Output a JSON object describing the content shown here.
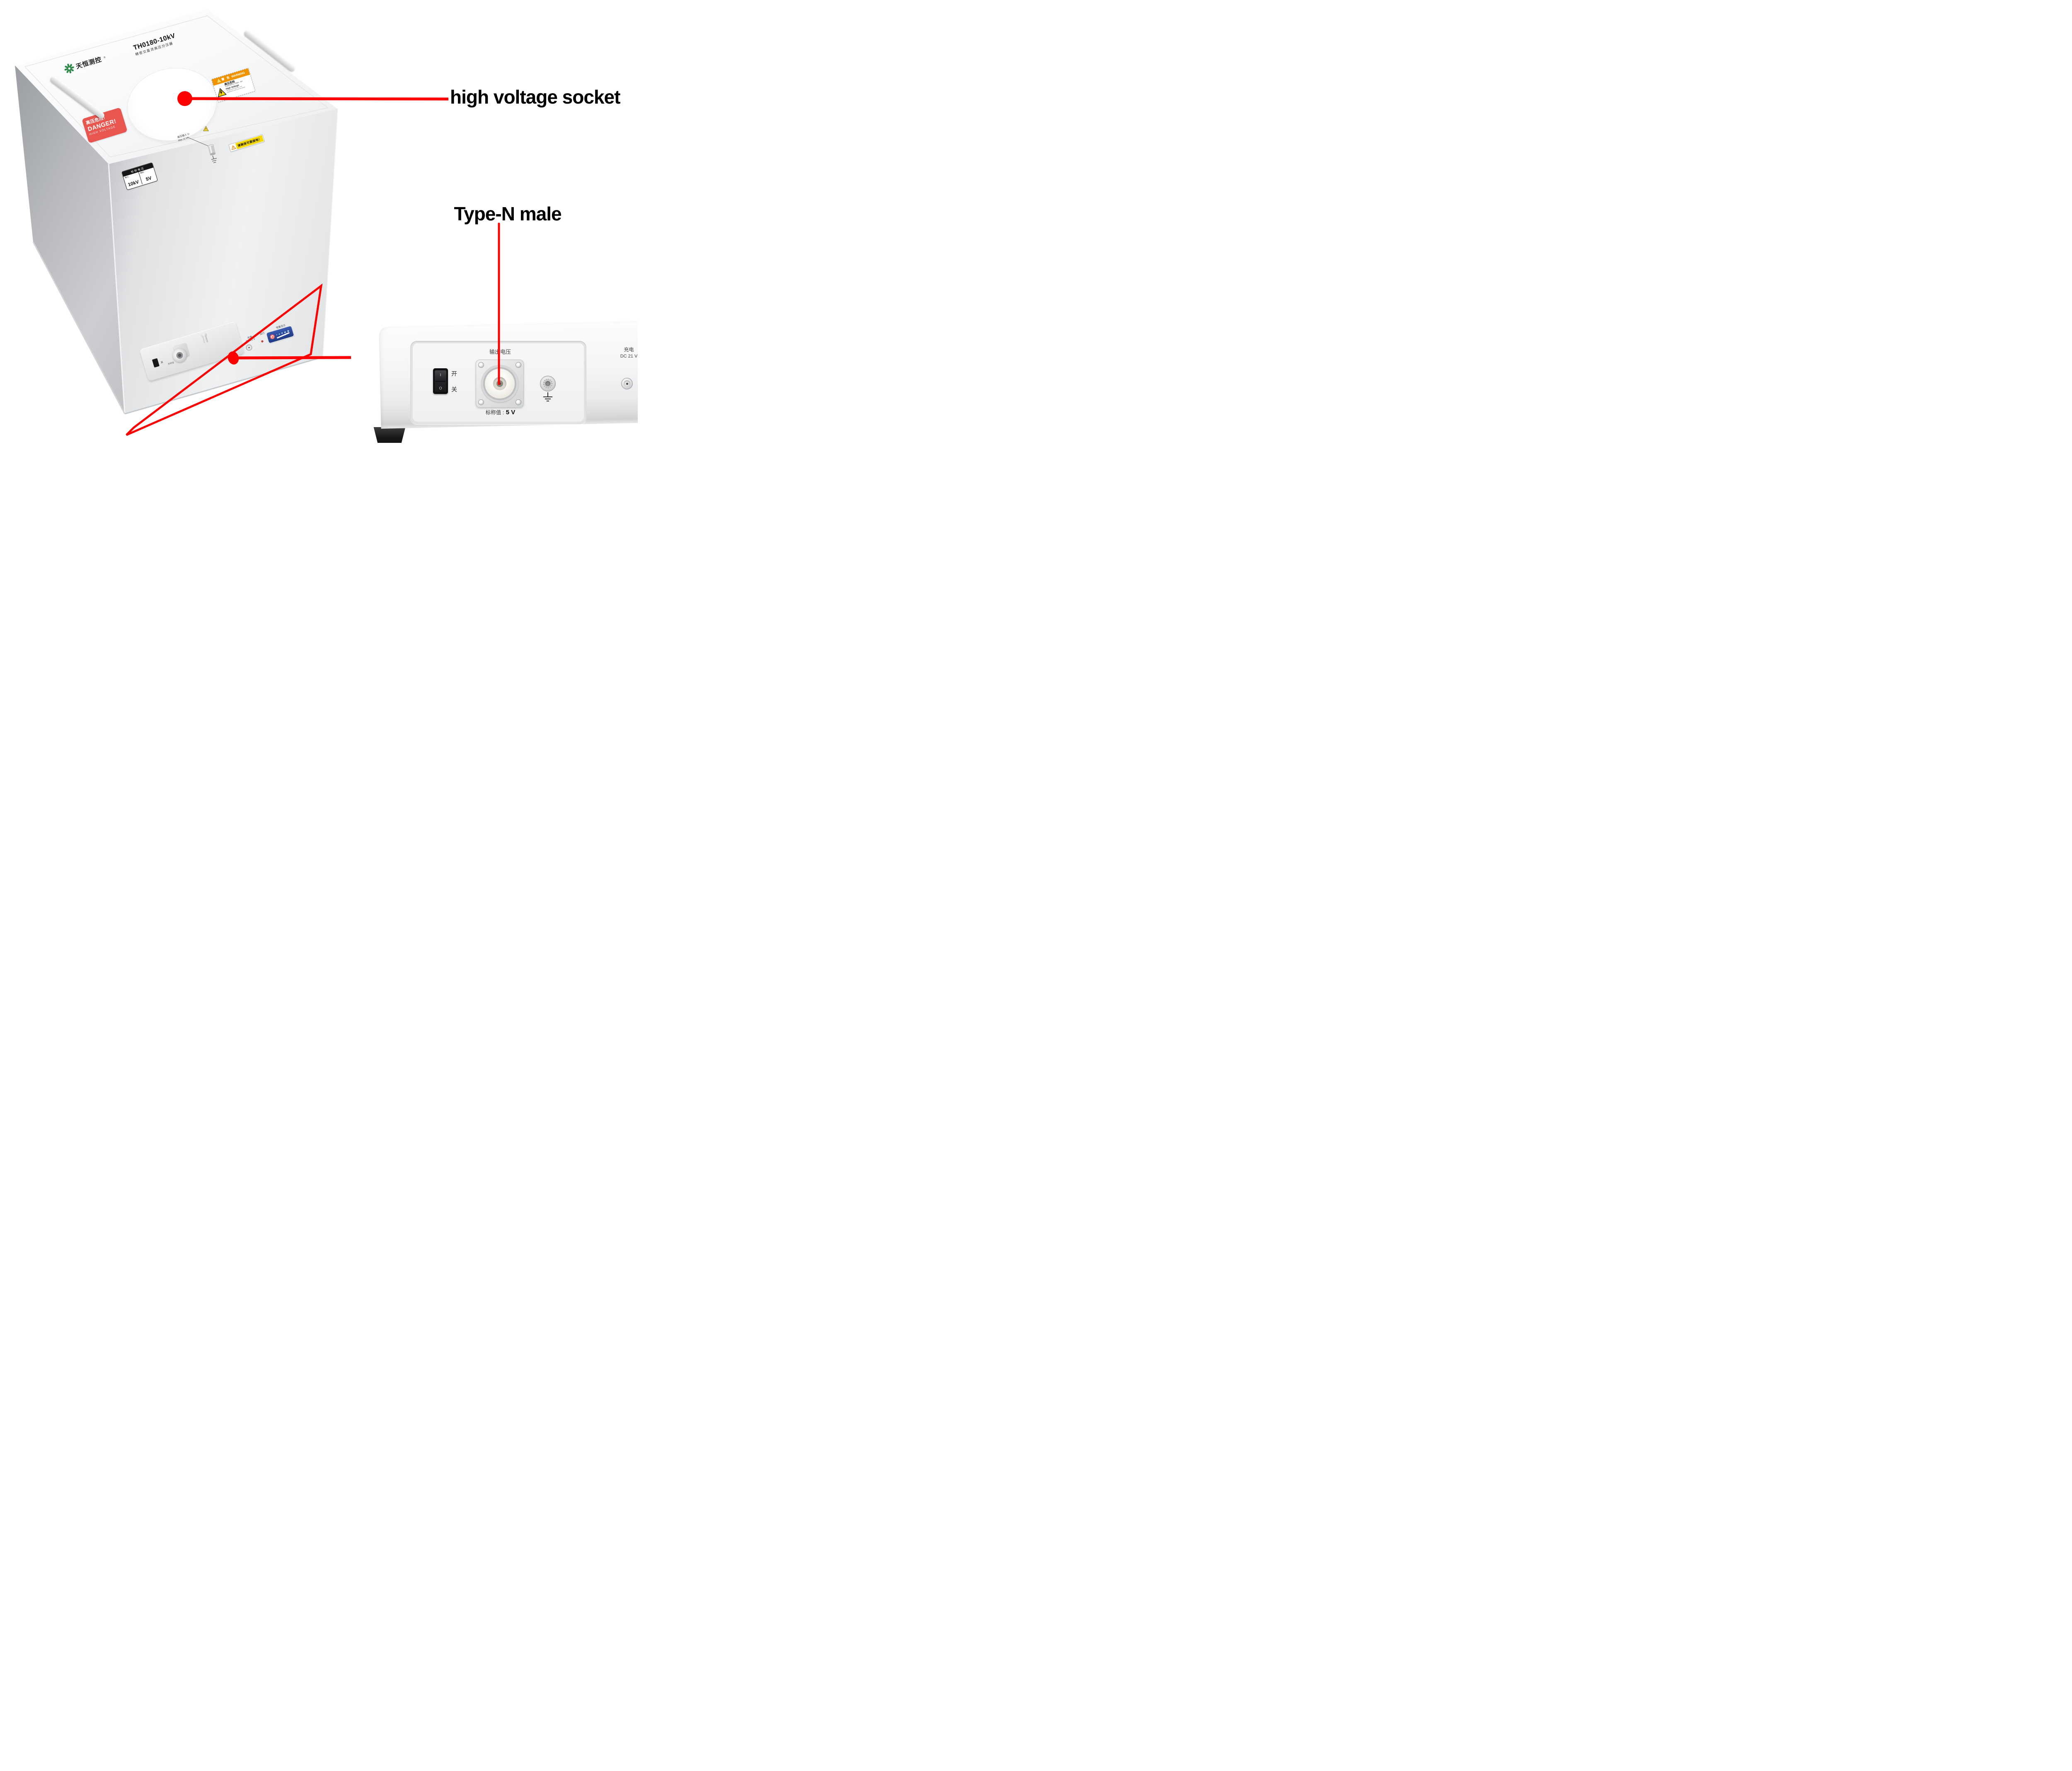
{
  "colors": {
    "annotation_red": "#fe0000",
    "socket_red": "#d94b47",
    "danger_red": "#e9554f",
    "warning_orange": "#ef9400",
    "caution_yellow": "#f6d800",
    "battery_blue": "#2b4a9e",
    "logo_green": "#2f8a4b"
  },
  "callouts": {
    "socket": "high voltage socket",
    "connector": "Type-N male"
  },
  "brand": {
    "name": "天恒测控",
    "registered": "®"
  },
  "device": {
    "model": "TH0180-10kV",
    "subtitle": "精密交直流高压分压器",
    "warning_label": {
      "header_cn": "警 告",
      "header_en": "WARNING",
      "title_cn": "高压危险",
      "note_cn": "本设备仅限专业人员操作、维护",
      "title_en": "High Voltage",
      "note_en1": "The equipment operation and",
      "note_en2": "maintenance only by professionals"
    },
    "danger_label": {
      "cn": "高压危险!",
      "en": "DANGER!",
      "sub": "HIGH VOLTAGE"
    },
    "hv_input": {
      "name": "高压输入 U",
      "max": "Max 11 kV"
    },
    "ground_notice": "请确保可靠接地！",
    "rating_label": {
      "title": "标称电压",
      "input_caption": "输入：",
      "input_value": "10kV",
      "output_caption": "输出：",
      "output_value": "5V"
    },
    "panel": {
      "off": "关",
      "rating": "标称值",
      "charge_line1": "充电",
      "charge_line2": "DC 21 V",
      "run": "运行",
      "battery": "电量显示"
    }
  },
  "closeup": {
    "switch_on_glyph": "I",
    "switch_off_glyph": "O",
    "on": "开",
    "off": "关",
    "output_label": "输出电压",
    "nominal_caption": "标称值 :",
    "nominal_value": "5 V",
    "charge_line1": "充电",
    "charge_line2": "DC 21 V"
  }
}
